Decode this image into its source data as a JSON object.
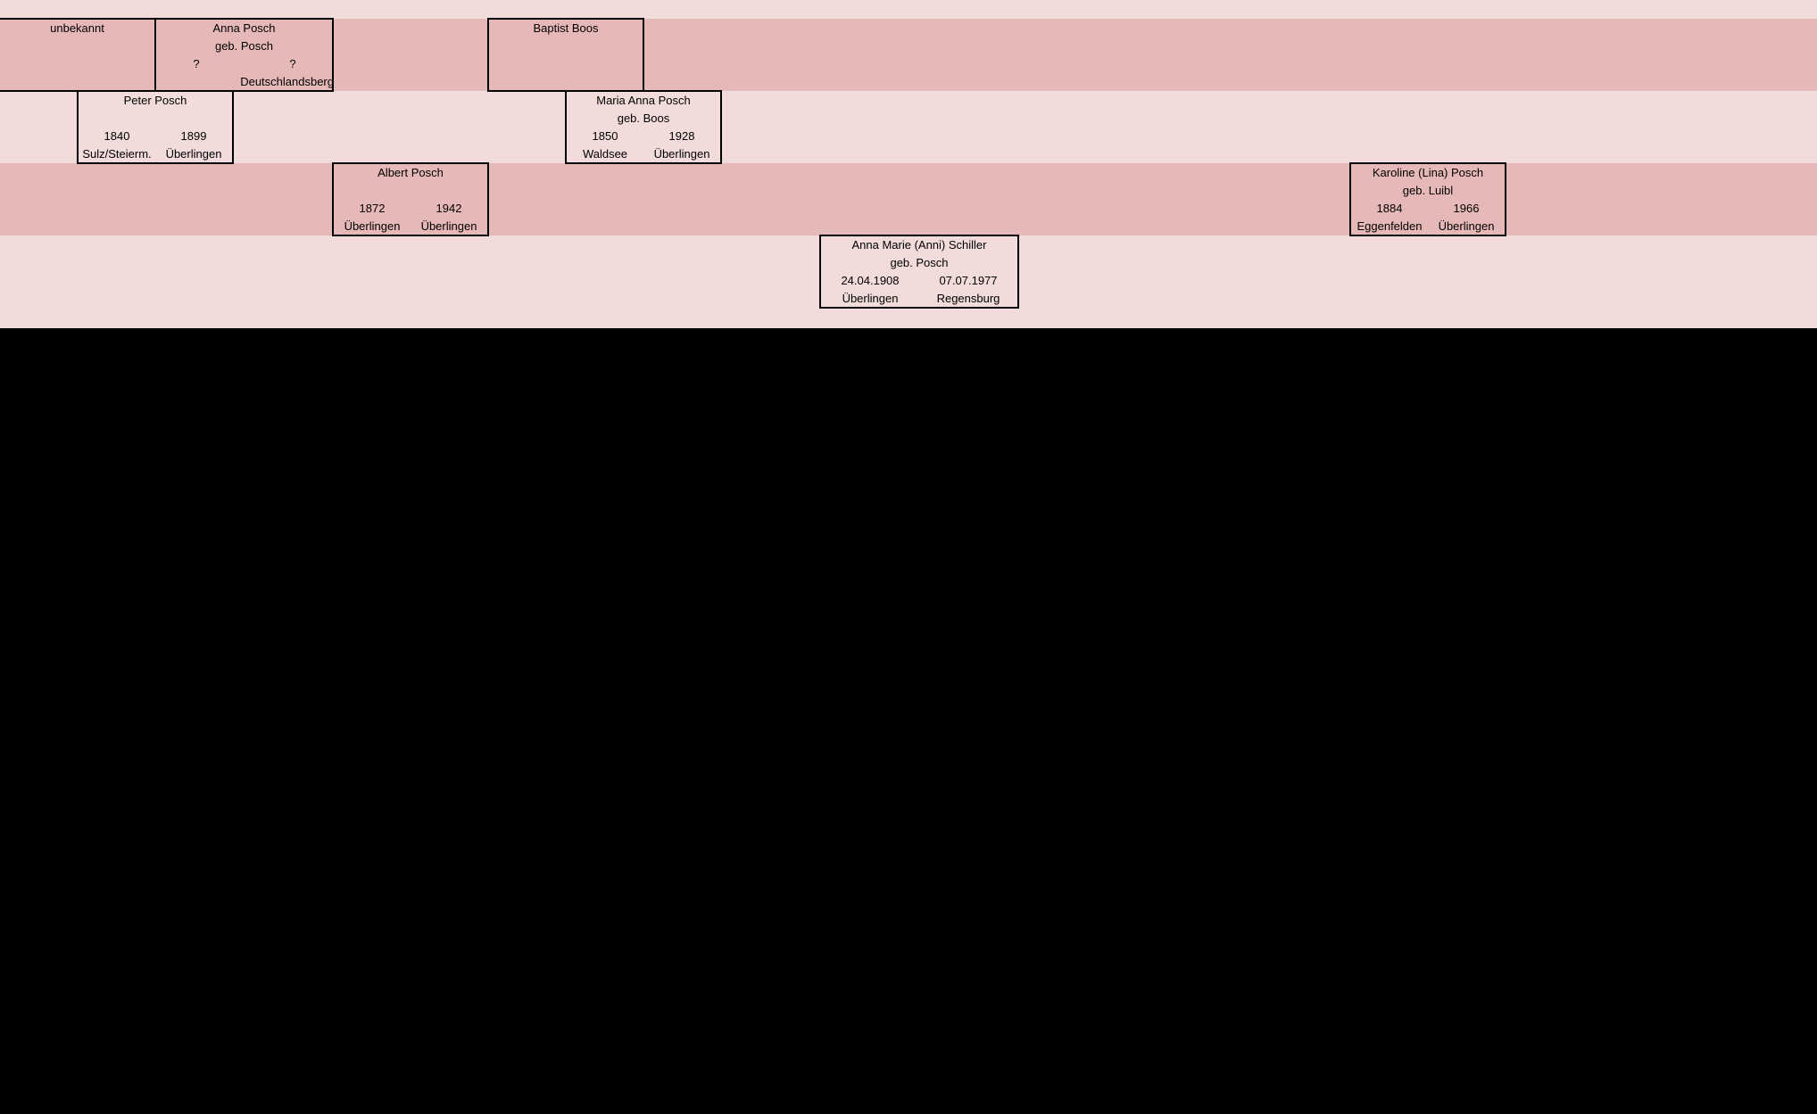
{
  "colors": {
    "band_dark": "#e6b8b7",
    "band_light": "#f2dcdb",
    "outside": "#000000",
    "border": "#000000"
  },
  "persons": {
    "unbekannt": {
      "name": "unbekannt"
    },
    "anna_posch": {
      "name": "Anna Posch",
      "maiden": "geb. Posch",
      "birth_year": "?",
      "death_year": "?",
      "birth_place": "",
      "death_place": "Deutschlandsberg"
    },
    "baptist_boos": {
      "name": "Baptist Boos"
    },
    "peter_posch": {
      "name": "Peter Posch",
      "birth_year": "1840",
      "death_year": "1899",
      "birth_place": "Sulz/Steierm.",
      "death_place": "Überlingen"
    },
    "maria_anna_posch": {
      "name": "Maria Anna Posch",
      "maiden": "geb. Boos",
      "birth_year": "1850",
      "death_year": "1928",
      "birth_place": "Waldsee",
      "death_place": "Überlingen"
    },
    "albert_posch": {
      "name": "Albert Posch",
      "birth_year": "1872",
      "death_year": "1942",
      "birth_place": "Überlingen",
      "death_place": "Überlingen"
    },
    "karoline_posch": {
      "name": "Karoline (Lina) Posch",
      "maiden": "geb. Luibl",
      "birth_year": "1884",
      "death_year": "1966",
      "birth_place": "Eggenfelden",
      "death_place": "Überlingen"
    },
    "anna_marie_schiller": {
      "name": "Anna Marie (Anni) Schiller",
      "maiden": "geb. Posch",
      "birth_date": "24.04.1908",
      "death_date": "07.07.1977",
      "birth_place": "Überlingen",
      "death_place": "Regensburg"
    }
  }
}
